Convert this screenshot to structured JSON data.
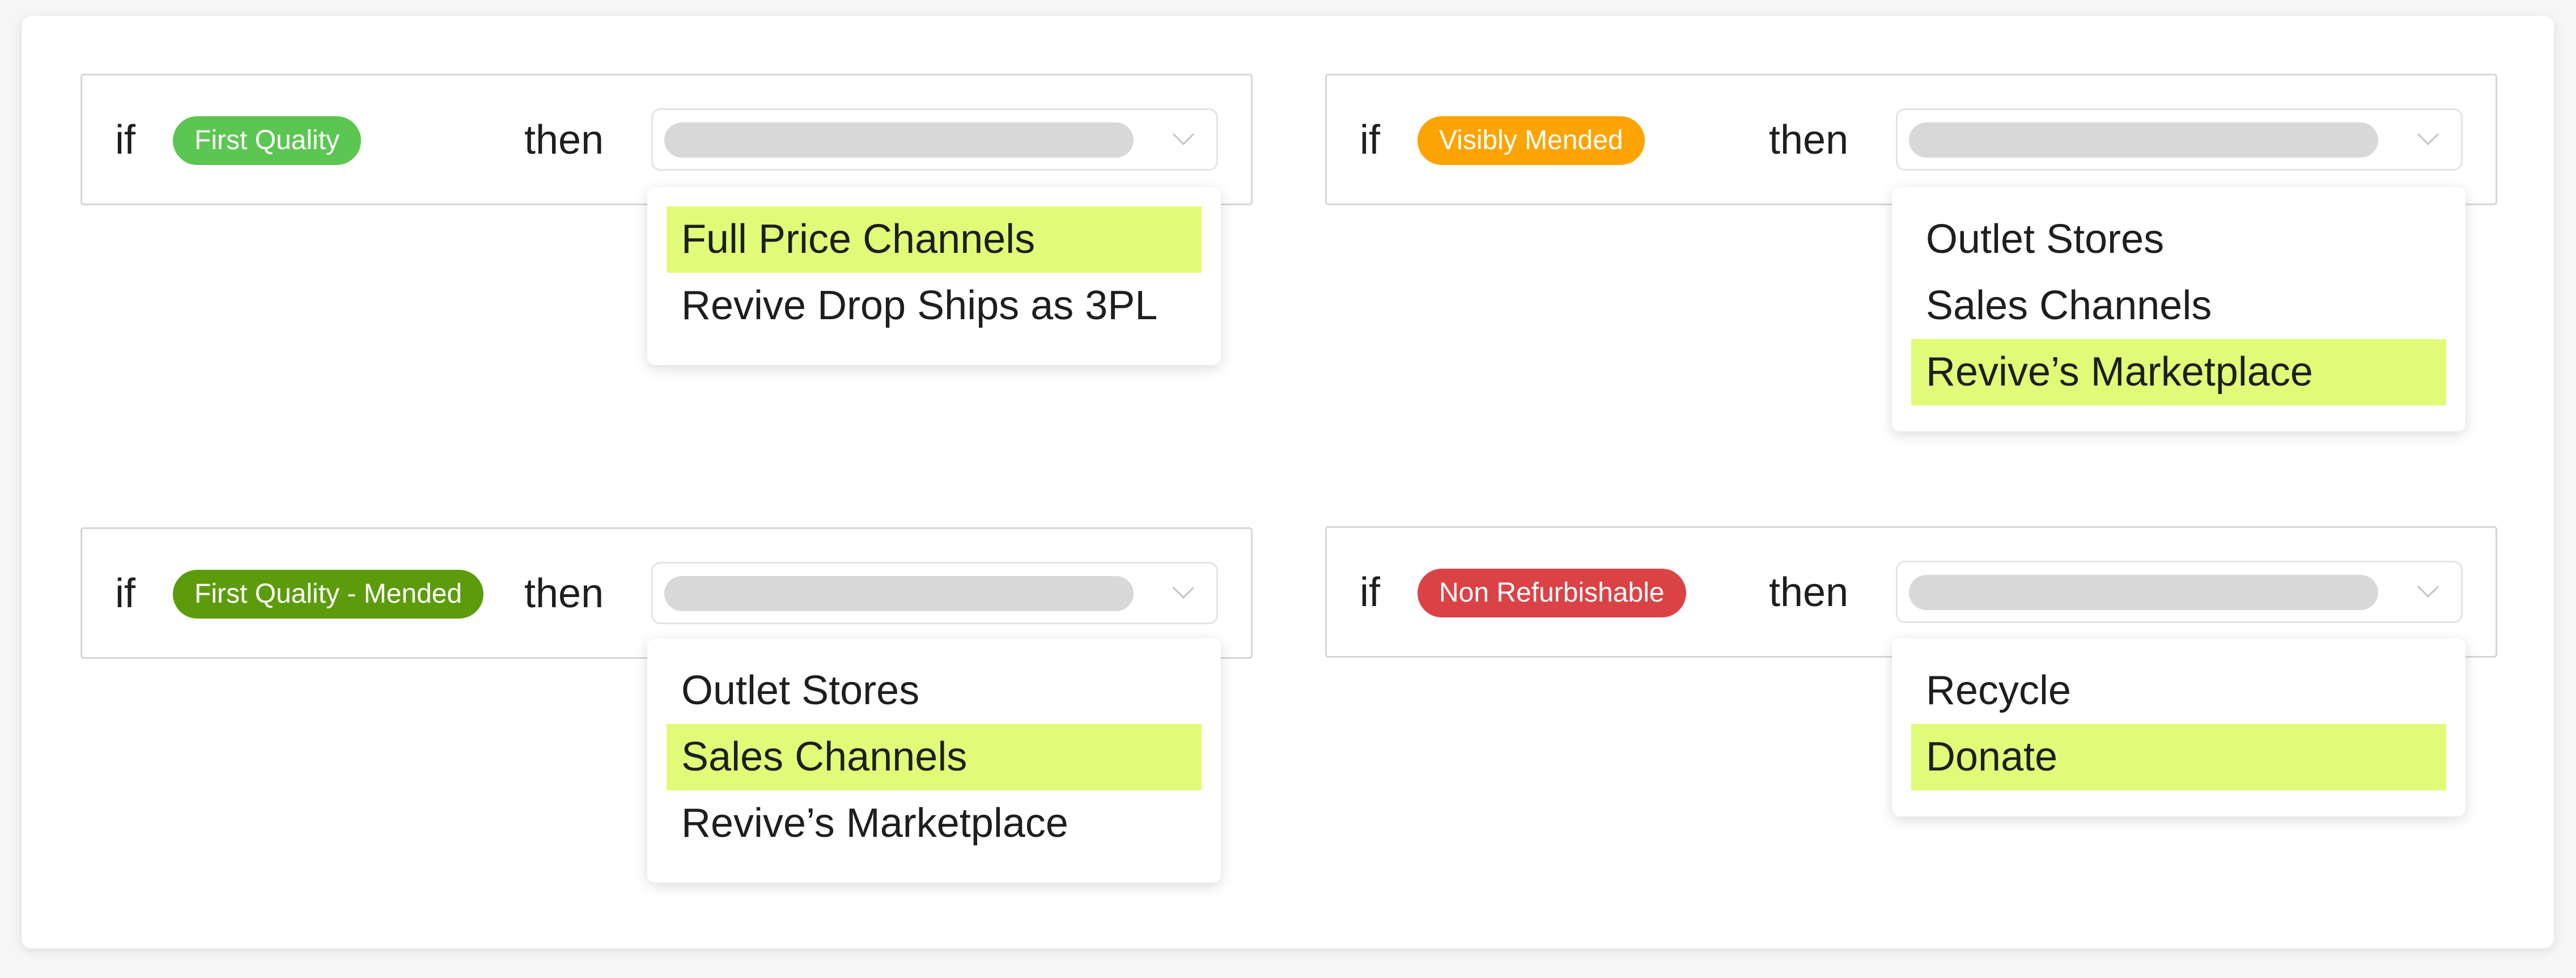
{
  "colors": {
    "highlight": "#e1fb79",
    "badge_first_quality": "#5cc652",
    "badge_visibly_mended": "#fca404",
    "badge_first_quality_mended": "#5c9c0c",
    "badge_non_refurbishable": "#db4245"
  },
  "rules": [
    {
      "if_label": "if",
      "condition": "First Quality",
      "then_label": "then",
      "options": [
        "Full Price Channels",
        "Revive Drop Ships as 3PL"
      ],
      "selected": "Full Price Channels"
    },
    {
      "if_label": "if",
      "condition": "Visibly Mended",
      "then_label": "then",
      "options": [
        "Outlet Stores",
        "Sales Channels",
        "Revive’s Marketplace"
      ],
      "selected": "Revive’s Marketplace"
    },
    {
      "if_label": "if",
      "condition": "First Quality - Mended",
      "then_label": "then",
      "options": [
        "Outlet Stores",
        "Sales Channels",
        "Revive’s Marketplace"
      ],
      "selected": "Sales Channels"
    },
    {
      "if_label": "if",
      "condition": "Non Refurbishable",
      "then_label": "then",
      "options": [
        "Recycle",
        "Donate"
      ],
      "selected": "Donate"
    }
  ]
}
